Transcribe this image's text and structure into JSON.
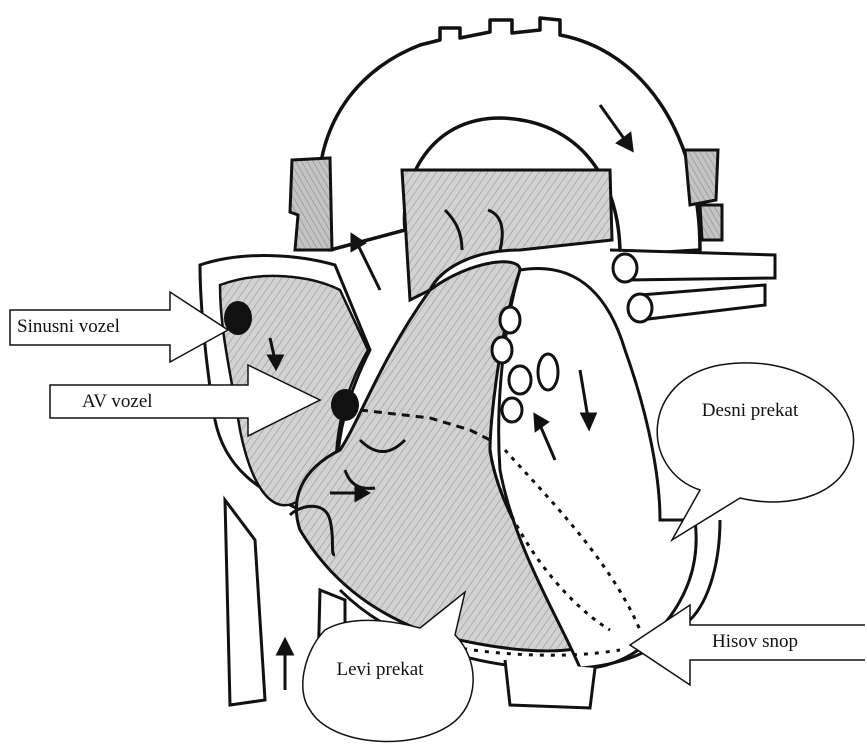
{
  "labels": {
    "sinusni_vozel": "Sinusni vozel",
    "av_vozel": "AV vozel",
    "desni_prekat": "Desni prekat",
    "levi_prekat": "Levi prekat",
    "hisov_snop": "Hisov snop"
  },
  "colors": {
    "stroke": "#111111",
    "shading": "#c9c9c9",
    "background": "#ffffff"
  },
  "icons": [
    "heart-drawing",
    "arrow-callout",
    "speech-bubble",
    "flow-arrow"
  ]
}
